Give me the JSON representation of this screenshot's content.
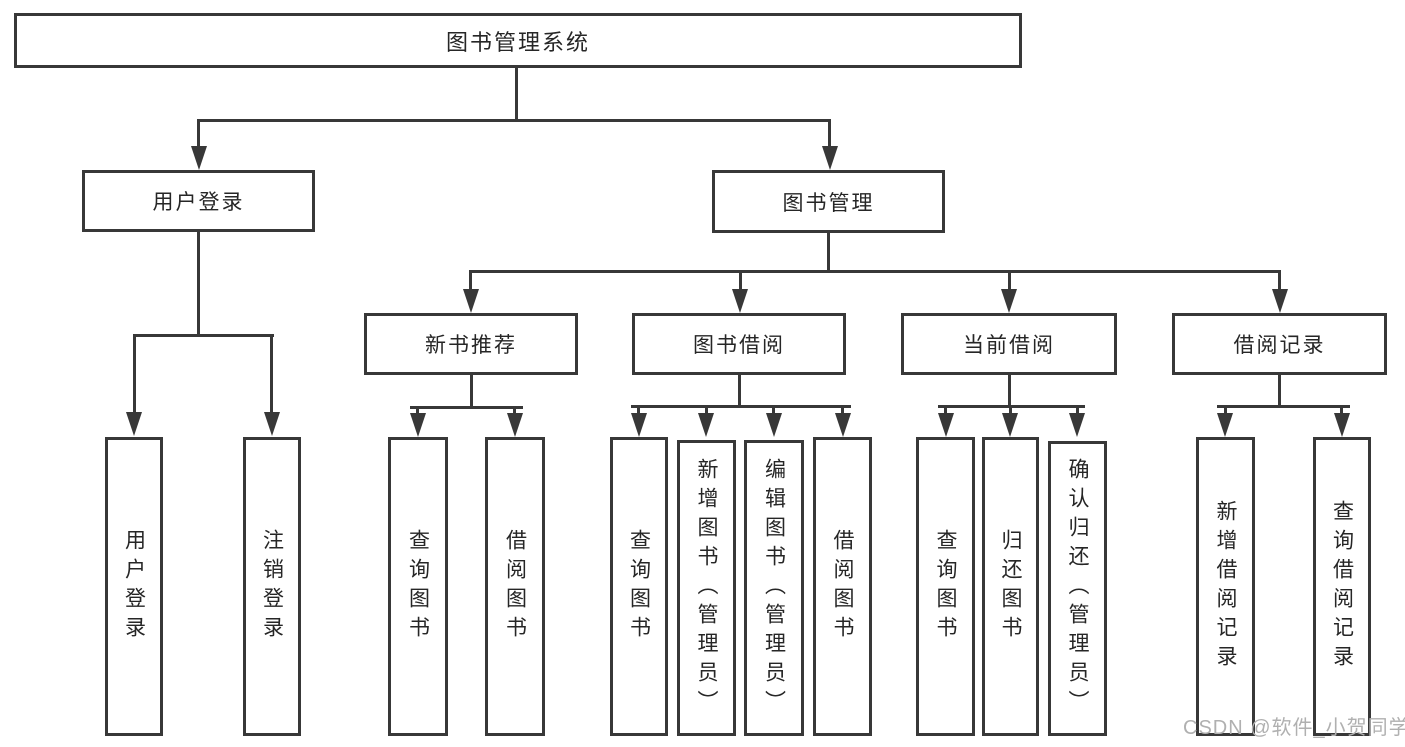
{
  "diagram": {
    "type": "tree",
    "root_label": "图书管理系统",
    "branches": [
      {
        "label": "用户登录",
        "children": [
          {
            "label": "用户登录"
          },
          {
            "label": "注销登录"
          }
        ]
      },
      {
        "label": "图书管理",
        "children": [
          {
            "label": "新书推荐",
            "children": [
              {
                "label": "查询图书"
              },
              {
                "label": "借阅图书"
              }
            ]
          },
          {
            "label": "图书借阅",
            "children": [
              {
                "label": "查询图书"
              },
              {
                "label": "新增图书（管理员）"
              },
              {
                "label": "编辑图书（管理员）"
              },
              {
                "label": "借阅图书"
              }
            ]
          },
          {
            "label": "当前借阅",
            "children": [
              {
                "label": "查询图书"
              },
              {
                "label": "归还图书"
              },
              {
                "label": "确认归还（管理员）"
              }
            ]
          },
          {
            "label": "借阅记录",
            "children": [
              {
                "label": "新增借阅记录"
              },
              {
                "label": "查询借阅记录"
              }
            ]
          }
        ]
      }
    ]
  },
  "watermark": {
    "text": "CSDN @软件_小贺同学"
  },
  "colors": {
    "line": "#383838",
    "text": "#262626",
    "watermark": "#b0b0b0",
    "bg": "#ffffff"
  }
}
